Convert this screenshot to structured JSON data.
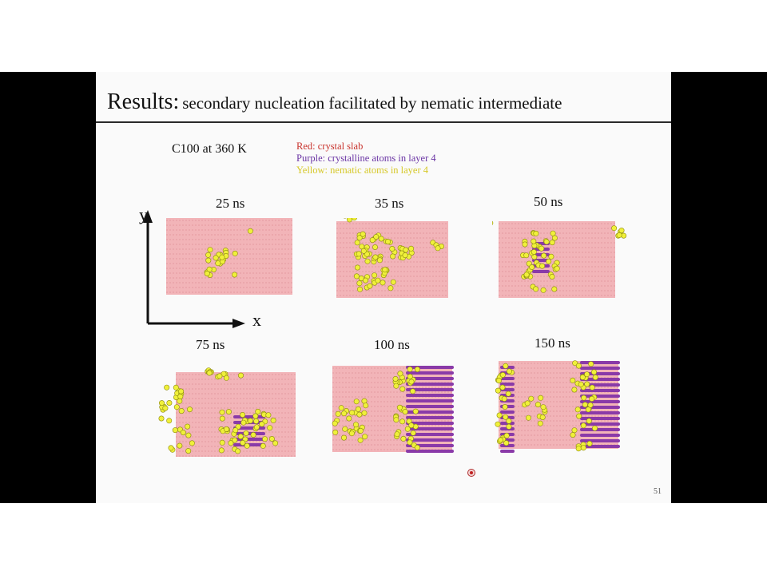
{
  "slide": {
    "title_lead": "Results:",
    "title_rest": "secondary nucleation facilitated by nematic intermediate",
    "system_label": "C100 at 360 K",
    "legend": {
      "red": "Red: crystal slab",
      "purple": "Purple: crystalline atoms in layer 4",
      "yellow": "Yellow: nematic atoms in layer 4"
    },
    "axes": {
      "y_label": "y",
      "x_label": "x"
    },
    "panels": [
      {
        "time": "25 ns"
      },
      {
        "time": "35 ns"
      },
      {
        "time": "50 ns"
      },
      {
        "time": "75 ns"
      },
      {
        "time": "100 ns"
      },
      {
        "time": "150 ns"
      }
    ],
    "page_number": "51"
  },
  "colors": {
    "crystal_slab": "#f2b4b8",
    "crystalline_atoms": "#8a3aa8",
    "nematic_atoms": "#f0f03a",
    "frame_band": "#000000"
  }
}
